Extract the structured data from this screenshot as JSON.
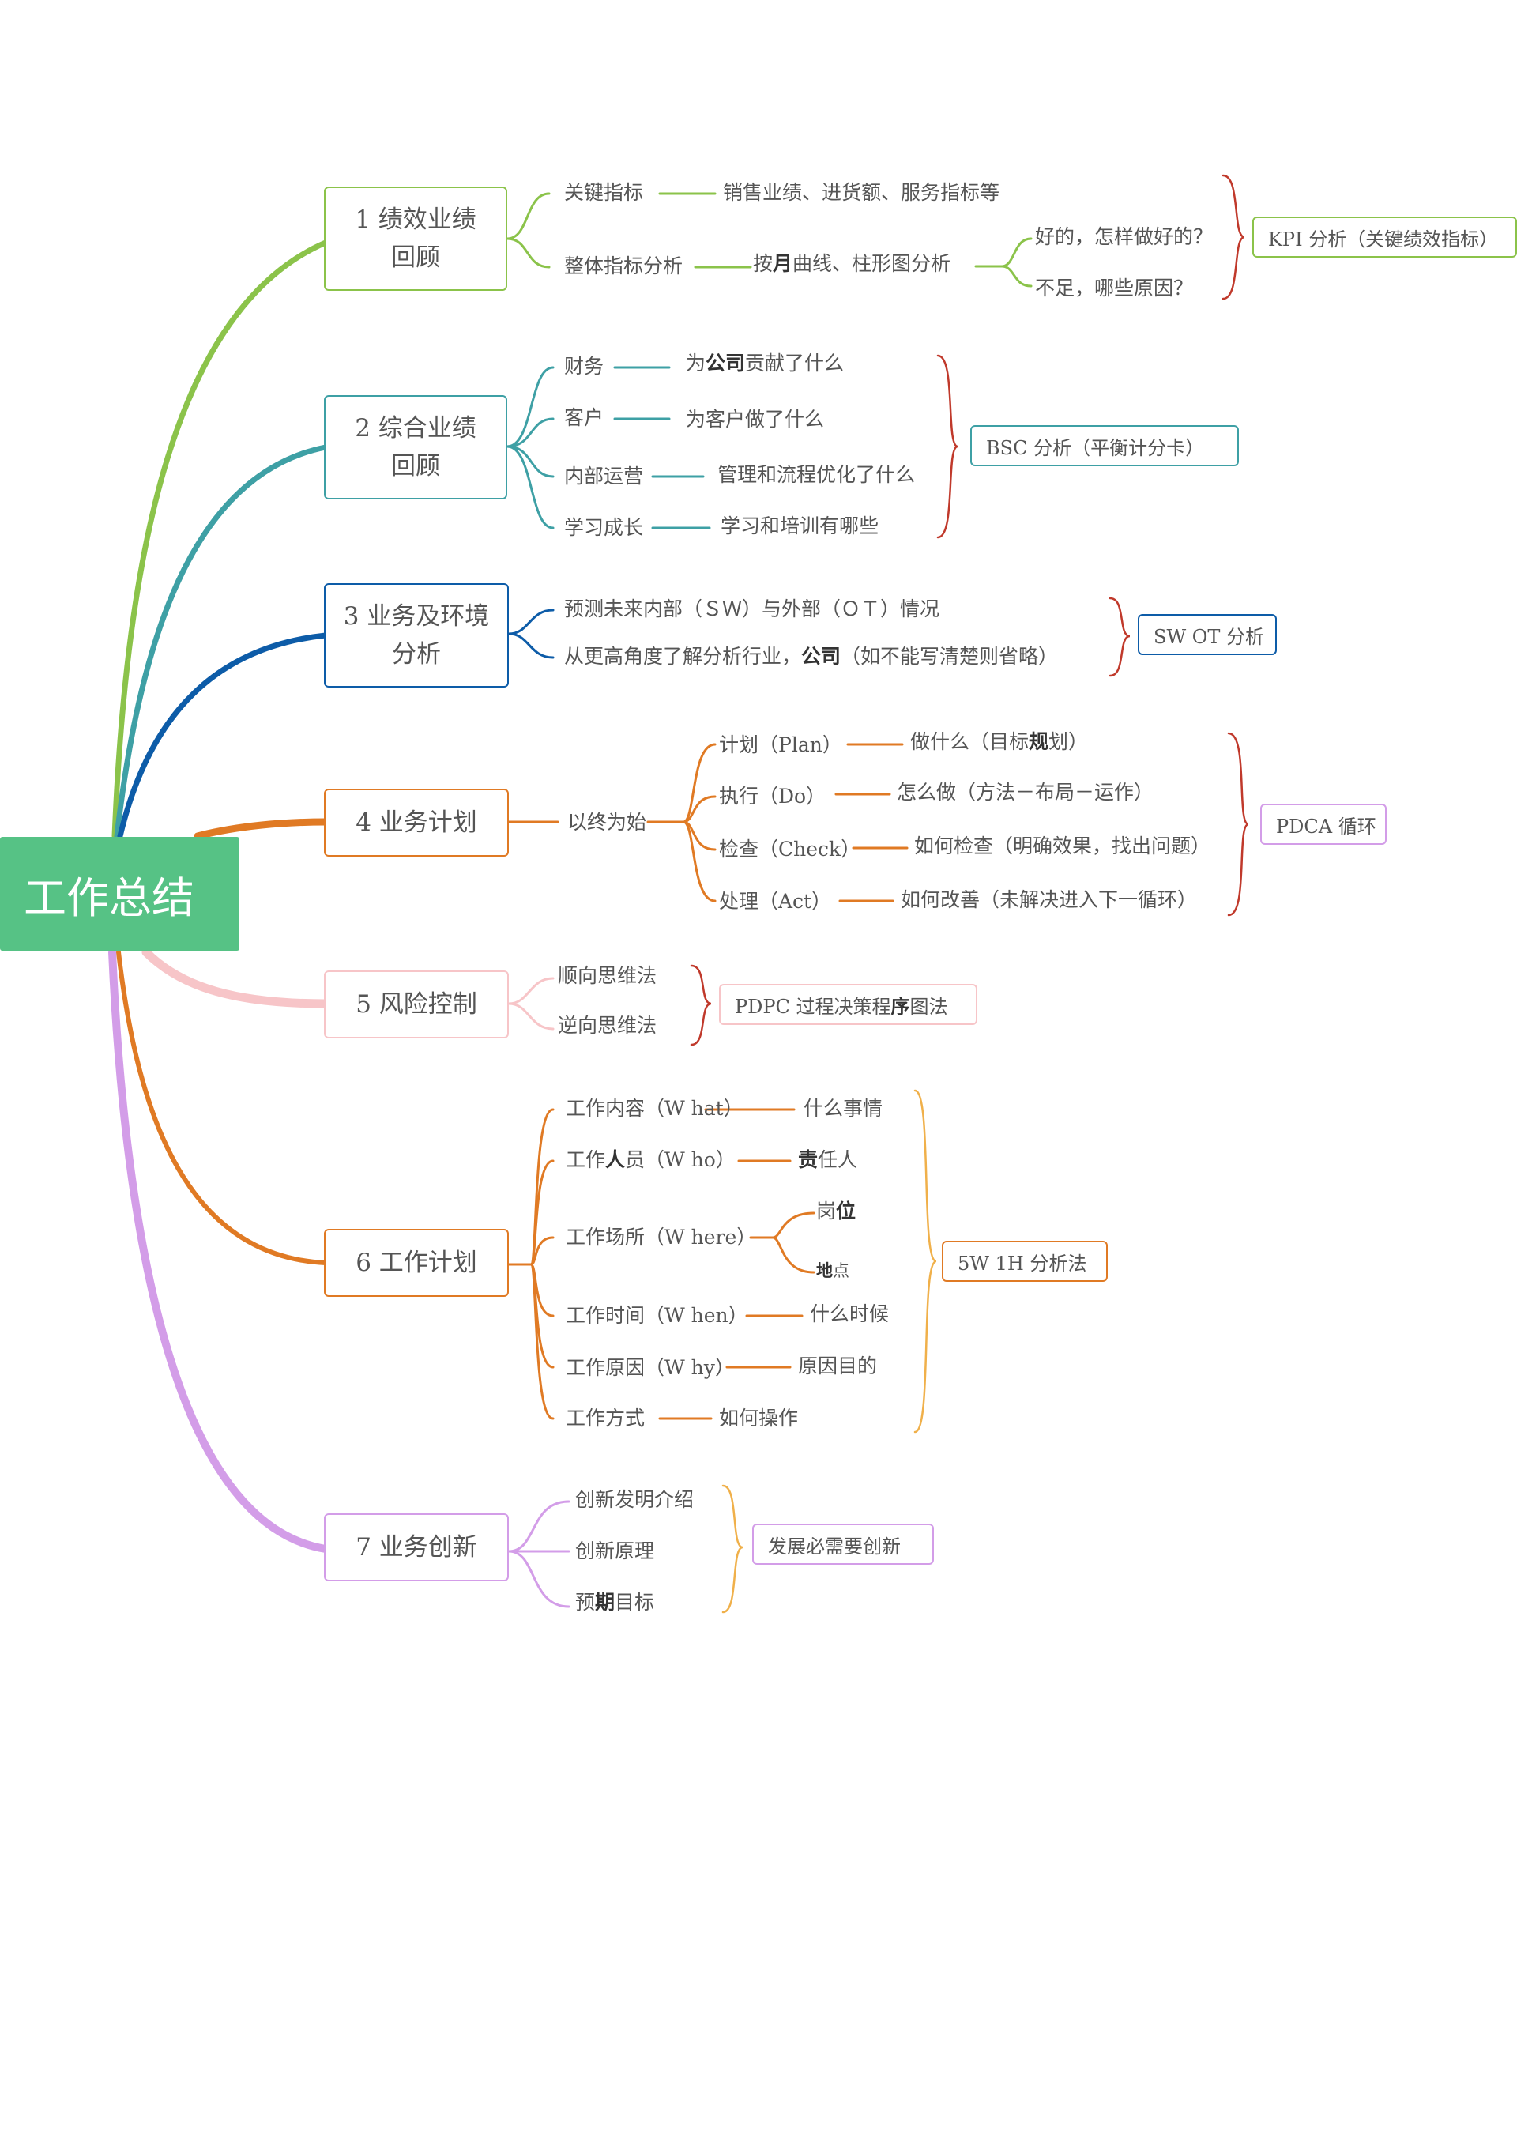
{
  "root": {
    "label": "工作总结"
  },
  "colors": {
    "root": "#56c285",
    "b1": "#8bc34a",
    "b2": "#3ea0a5",
    "b3": "#0d5ca8",
    "b4": "#e07a24",
    "b5": "#f7c5c8",
    "b6": "#e07a24",
    "b7": "#d39de8",
    "bracket_red": "#c0392b",
    "bracket_orange": "#f0b04a"
  },
  "b1": {
    "title_line1": "1 绩效业绩",
    "title_line2": "回顾",
    "c1": "关键指标",
    "c1_detail": "销售业绩、进货额、服务指标等",
    "c2": "整体指标分析",
    "c2_detail_pre": "按",
    "c2_detail_bold": "月",
    "c2_detail_post": "曲线、柱形图分析",
    "q1": "好的，怎样做好的？",
    "q2": "不足，哪些原因？",
    "tag": "KPI 分析（关键绩效指标）"
  },
  "b2": {
    "title_line1": "2 综合业绩",
    "title_line2": "回顾",
    "c1": "财务",
    "c1_detail_pre": "为",
    "c1_detail_bold": "公司",
    "c1_detail_post": "贡献了什么",
    "c2": "客户",
    "c2_detail": "为客户做了什么",
    "c3": "内部运营",
    "c3_detail": "管理和流程优化了什么",
    "c4": "学习成长",
    "c4_detail": "学习和培训有哪些",
    "tag": "BSC 分析（平衡计分卡）"
  },
  "b3": {
    "title_line1": "3 业务及环境",
    "title_line2": "分析",
    "c1": "预测未来内部（ＳＷ）与外部（ＯＴ）情况",
    "c2_pre": "从更高角度了解分析行业，",
    "c2_bold": "公司",
    "c2_post": "（如不能写清楚则省略）",
    "tag": "SW OT 分析"
  },
  "b4": {
    "title": "4 业务计划",
    "mid": "以终为始",
    "c1": "计划（Plan）",
    "c1_detail_pre": "做什么（目标",
    "c1_detail_bold": "规",
    "c1_detail_post": "划）",
    "c2": "执行（Do）",
    "c2_detail": "怎么做（方法－布局－运作）",
    "c3": "检查（Check）",
    "c3_detail": "如何检查（明确效果，找出问题）",
    "c4": "处理（Act）",
    "c4_detail": "如何改善（未解决进入下一循环）",
    "tag": "PDCA 循环"
  },
  "b5": {
    "title": "5 风险控制",
    "c1": "顺向思维法",
    "c2": "逆向思维法",
    "tag_pre": "PDPC 过程决策程",
    "tag_bold": "序",
    "tag_post": "图法"
  },
  "b6": {
    "title": "6 工作计划",
    "c1": "工作内容（W hat）",
    "c1_detail": "什么事情",
    "c2_pre": "工作",
    "c2_bold": "人",
    "c2_post": "员（W ho）",
    "c2_detail_bold": "责",
    "c2_detail_post": "任人",
    "c3": "工作场所（W here）",
    "c3_d1_pre": "岗",
    "c3_d1_bold": "位",
    "c3_d2_bold": "地",
    "c3_d2_post": "点",
    "c4": "工作时间（W hen）",
    "c4_detail": "什么时候",
    "c5": "工作原因（W hy）",
    "c5_detail": "原因目的",
    "c6": "工作方式",
    "c6_detail": "如何操作",
    "tag": "5W 1H 分析法"
  },
  "b7": {
    "title": "7 业务创新",
    "c1": "创新发明介绍",
    "c2": "创新原理",
    "c3_pre": "预",
    "c3_bold": "期",
    "c3_post": "目标",
    "tag": "发展必需要创新"
  }
}
